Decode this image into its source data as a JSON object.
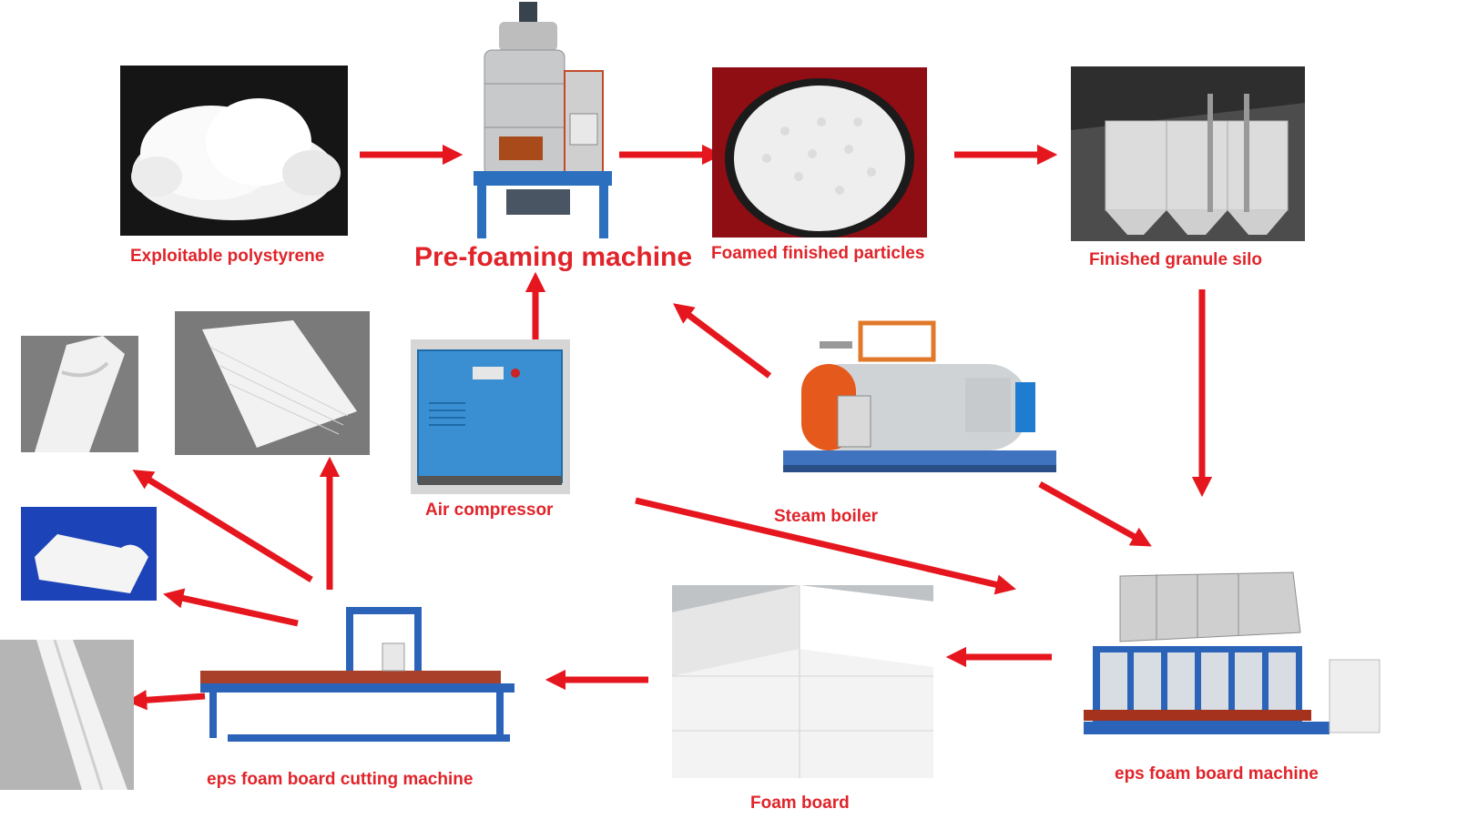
{
  "title": "",
  "colors": {
    "arrow": "#e5161d",
    "label": "#e0242a"
  },
  "nodes": {
    "polystyrene": {
      "label": "Exploitable polystyrene",
      "icon": "white-granules-photo"
    },
    "prefoaming": {
      "label": "Pre-foaming machine",
      "icon": "prefoaming-machine-photo"
    },
    "foamed_particles": {
      "label": "Foamed finished particles",
      "icon": "foam-beads-bowl-photo"
    },
    "silo": {
      "label": "Finished granule silo",
      "icon": "granule-silo-photo"
    },
    "compressor": {
      "label": "Air compressor",
      "icon": "air-compressor-photo"
    },
    "boiler": {
      "label": "Steam boiler",
      "icon": "steam-boiler-photo"
    },
    "board_machine": {
      "label": "eps foam board machine",
      "icon": "block-molding-machine-photo"
    },
    "foam_board": {
      "label": "Foam board",
      "icon": "foam-blocks-photo"
    },
    "cutting_machine": {
      "label": "eps foam board cutting machine",
      "icon": "hot-wire-cutting-machine-photo"
    },
    "product_cornice": {
      "icon": "cornice-molding-photo"
    },
    "product_sheets": {
      "icon": "foam-sheets-stack-photo"
    },
    "product_profile": {
      "icon": "foam-profile-blue-bg-photo"
    },
    "product_trim": {
      "icon": "foam-trim-photo"
    }
  },
  "edges": [
    {
      "from": "polystyrene",
      "to": "prefoaming"
    },
    {
      "from": "prefoaming",
      "to": "foamed_particles"
    },
    {
      "from": "foamed_particles",
      "to": "silo"
    },
    {
      "from": "silo",
      "to": "board_machine"
    },
    {
      "from": "compressor",
      "to": "prefoaming"
    },
    {
      "from": "boiler",
      "to": "prefoaming"
    },
    {
      "from": "boiler",
      "to": "board_machine"
    },
    {
      "from": "compressor",
      "to": "board_machine"
    },
    {
      "from": "board_machine",
      "to": "foam_board"
    },
    {
      "from": "foam_board",
      "to": "cutting_machine"
    },
    {
      "from": "cutting_machine",
      "to": "product_cornice"
    },
    {
      "from": "cutting_machine",
      "to": "product_sheets"
    },
    {
      "from": "cutting_machine",
      "to": "product_profile"
    },
    {
      "from": "cutting_machine",
      "to": "product_trim"
    }
  ]
}
